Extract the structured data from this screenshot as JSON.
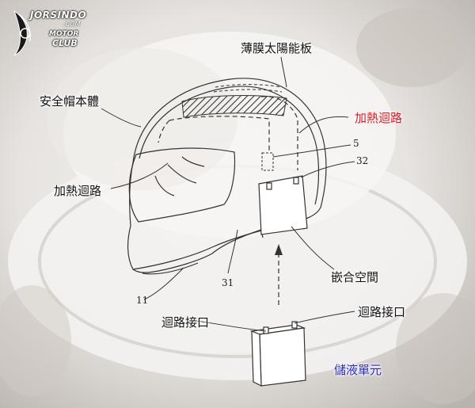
{
  "watermark": {
    "brand": "JORSINDO",
    "domain": ".COM",
    "motor": "MOTOR",
    "club": "CLUB"
  },
  "labels": {
    "solar_panel": "薄膜太陽能板",
    "helmet_body": "安全帽本體",
    "heating_circuit_right": "加熱迴路",
    "heating_circuit_left": "加熱迴路",
    "embedded_space": "嵌合空間",
    "circuit_port_left": "迴路接口",
    "circuit_port_right": "迴路接口",
    "liquid_storage_unit": "儲液單元"
  },
  "reference_numbers": {
    "n5": "5",
    "n32": "32",
    "n31": "31",
    "n11": "11"
  },
  "colors": {
    "heating_circuit_right": "#e8141c",
    "liquid_storage_unit": "#2a2ad0",
    "line": "#333333"
  }
}
